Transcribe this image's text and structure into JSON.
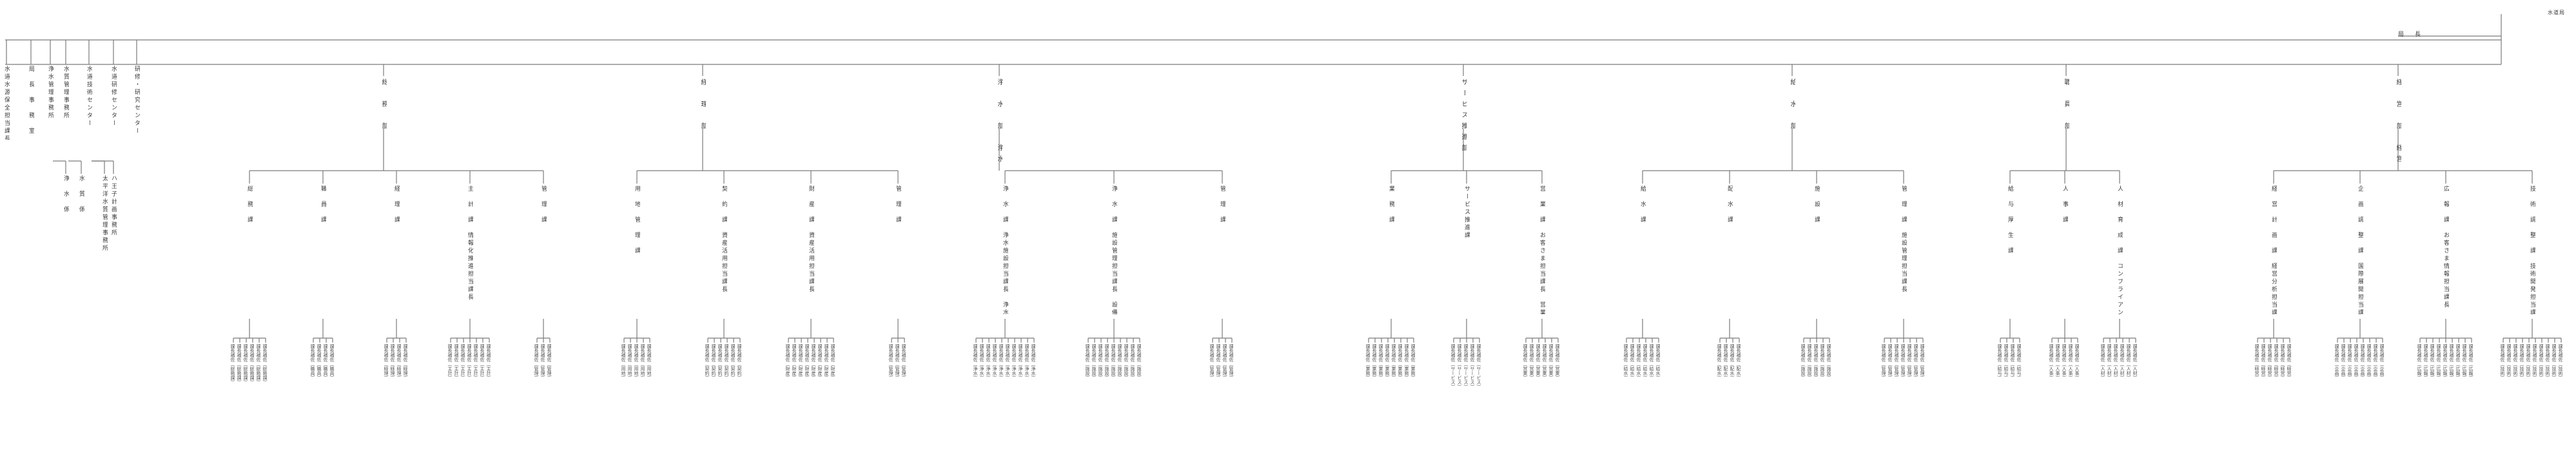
{
  "root": {
    "header": "水道局",
    "title": "局　長"
  },
  "left_units": [
    {
      "name": "水道水源保全担当課長"
    },
    {
      "name": "局　長　事　務　室",
      "subs": []
    },
    {
      "name": "浄水管理事務所",
      "subs": [
        "浄　水　係"
      ]
    },
    {
      "name": "水質管理事務所",
      "subs": [
        "水　質　係"
      ]
    },
    {
      "name": "水道技術センター",
      "subs": [
        "太平洋水質管理事務所",
        "ハ王子計画事務所"
      ]
    },
    {
      "name": "水道研修センター",
      "subs": []
    },
    {
      "name": "研修・研究センター",
      "subs": []
    }
  ],
  "departments": [
    {
      "name": "総　務　部",
      "subs": [
        {
          "name": "総　務　課",
          "staff": [
            "課長補佐（総務課）",
            "課長補佐（総務課）",
            "課長補佐（総務課）",
            "課長補佐（総務課）",
            "課長補佐（総務課）",
            "課長補佐（総務課）"
          ]
        },
        {
          "name": "職　員　課",
          "staff": [
            "課長補佐（職員）",
            "課長補佐（職員）",
            "課長補佐（職員）",
            "課長補佐（職員）"
          ]
        },
        {
          "name": "経　理　課",
          "staff": [
            "課長補佐（経理）",
            "課長補佐（経理）",
            "課長補佐（経理）",
            "課長補佐（経理）"
          ]
        },
        {
          "name": "主　計　課　情報化推進担当課長",
          "staff": [
            "課長補佐（主計）",
            "課長補佐（主計）",
            "課長補佐（主計）",
            "課長補佐（主計）",
            "課長補佐（主計）",
            "課長補佐（主計）",
            "課長補佐（主計）"
          ]
        },
        {
          "name": "管　理　課",
          "staff": [
            "課長補佐（管理）",
            "課長補佐（管理）",
            "課長補佐（管理）"
          ]
        }
      ]
    },
    {
      "name": "経　理　部",
      "subs": [
        {
          "name": "用　地　管　理　課",
          "staff": [
            "課長補佐（用地）",
            "課長補佐（用地）",
            "課長補佐（用地）",
            "課長補佐（用地）",
            "課長補佐（用地）"
          ]
        },
        {
          "name": "契　約　課　資産活用担当課長",
          "staff": [
            "課長補佐（契約）",
            "課長補佐（契約）",
            "課長補佐（契約）",
            "課長補佐（契約）",
            "課長補佐（契約）",
            "課長補佐（契約）"
          ]
        },
        {
          "name": "財　産　課　資産活用担当課長",
          "staff": [
            "課長補佐（財産）",
            "課長補佐（財産）",
            "課長補佐（財産）",
            "課長補佐（財産）",
            "課長補佐（財産）",
            "課長補佐（財産）",
            "課長補佐（財産）",
            "課長補佐（財産）"
          ]
        },
        {
          "name": "管　理　課",
          "staff": [
            "課長補佐（管理）",
            "課長補佐（管理）",
            "課長補佐（管理）"
          ]
        }
      ]
    },
    {
      "name": "浄　水　部　浄水課長",
      "subs": [
        {
          "name": "浄　水　課　浄水施設担当課長　浄水技術担当課長",
          "staff": [
            "課長補佐（浄水）",
            "課長補佐（浄水）",
            "課長補佐（浄水）",
            "課長補佐（浄水）",
            "課長補佐（浄水）",
            "課長補佐（浄水）",
            "課長補佐（浄水）",
            "課長補佐（浄水）",
            "課長補佐（浄水）",
            "課長補佐（浄水）"
          ]
        },
        {
          "name": "浄　水　課　施設管理担当課長　設備保全担当課長　浄水施設管理担当課長",
          "staff": [
            "課長補佐（施設）",
            "課長補佐（施設）",
            "課長補佐（施設）",
            "課長補佐（施設）",
            "課長補佐（施設）",
            "課長補佐（施設）",
            "課長補佐（施設）",
            "課長補佐（施設）",
            "課長補佐（施設）"
          ]
        },
        {
          "name": "管　理　課",
          "staff": [
            "課長補佐（管理）",
            "課長補佐（管理）",
            "課長補佐（管理）",
            "課長補佐（管理）"
          ]
        }
      ]
    },
    {
      "name": "サービス推進部",
      "subs": [
        {
          "name": "業　務　課",
          "staff": [
            "課長補佐（業務）",
            "課長補佐（業務）",
            "課長補佐（業務）",
            "課長補佐（業務）",
            "課長補佐（業務）",
            "課長補佐（業務）",
            "課長補佐（業務）",
            "課長補佐（業務）"
          ]
        },
        {
          "name": "サービス推進課",
          "staff": [
            "課長補佐（サービス）",
            "課長補佐（サービス）",
            "課長補佐（サービス）",
            "課長補佐（サービス）",
            "課長補佐（サービス）"
          ]
        },
        {
          "name": "営　業　課　お客さま担当課長　営業推進担当課長",
          "staff": [
            "課長補佐（営業）",
            "課長補佐（営業）",
            "課長補佐（営業）",
            "課長補佐（営業）",
            "課長補佐（営業）",
            "課長補佐（営業）"
          ]
        }
      ]
    },
    {
      "name": "給　水　部",
      "subs": [
        {
          "name": "給　水　課",
          "staff": [
            "課長補佐（給水）",
            "課長補佐（給水）",
            "課長補佐（給水）",
            "課長補佐（給水）",
            "課長補佐（給水）",
            "課長補佐（給水）"
          ]
        },
        {
          "name": "配　水　課",
          "staff": [
            "課長補佐（配水）",
            "課長補佐（配水）",
            "課長補佐（配水）",
            "課長補佐（配水）"
          ]
        },
        {
          "name": "施　設　課",
          "staff": [
            "課長補佐（施設）",
            "課長補佐（施設）",
            "課長補佐（施設）",
            "課長補佐（施設）",
            "課長補佐（施設）"
          ]
        },
        {
          "name": "管　理　課　施設管理担当課長",
          "staff": [
            "課長補佐（管理）",
            "課長補佐（管理）",
            "課長補佐（管理）",
            "課長補佐（管理）",
            "課長補佐（管理）",
            "課長補佐（管理）",
            "課長補佐（管理）"
          ]
        }
      ]
    },
    {
      "name": "職　員　部",
      "subs": [
        {
          "name": "給　与　厚　生　課",
          "staff": [
            "課長補佐（給与）",
            "課長補佐（給与）",
            "課長補佐（給与）",
            "課長補佐（給与）"
          ]
        },
        {
          "name": "人　事　課",
          "staff": [
            "課長補佐（人事）",
            "課長補佐（人事）",
            "課長補佐（人事）",
            "課長補佐（人事）",
            "課長補佐（人事）"
          ]
        },
        {
          "name": "人　材　育　成　課　コンプライアンス推進担当課長",
          "staff": [
            "課長補佐（人材）",
            "課長補佐（人材）",
            "課長補佐（人材）",
            "課長補佐（人材）",
            "課長補佐（人材）",
            "課長補佐（人材）"
          ]
        }
      ]
    },
    {
      "name": "経　営　部　経営改革推進担当課長　広報戦略担当課長",
      "subs": [
        {
          "name": "経　営　計　画　課　経営分析担当課長",
          "staff": [
            "課長補佐（経営）",
            "課長補佐（経営）",
            "課長補佐（経営）",
            "課長補佐（経営）",
            "課長補佐（経営）",
            "課長補佐（経営）"
          ]
        },
        {
          "name": "企　画　調　整　課　国際展開担当課長　事業推進担当課長",
          "staff": [
            "課長補佐（企画）",
            "課長補佐（企画）",
            "課長補佐（企画）",
            "課長補佐（企画）",
            "課長補佐（企画）",
            "課長補佐（企画）",
            "課長補佐（企画）",
            "課長補佐（企画）"
          ]
        },
        {
          "name": "広　報　課　お客さま情報担当課長",
          "staff": [
            "課長補佐（広報）",
            "課長補佐（広報）",
            "課長補佐（広報）",
            "課長補佐（広報）",
            "課長補佐（広報）",
            "課長補佐（広報）",
            "課長補佐（広報）",
            "課長補佐（広報）",
            "課長補佐（広報）"
          ]
        },
        {
          "name": "技　術　調　整　課　技術開発担当課長",
          "staff": [
            "課長補佐（技術）",
            "課長補佐（技術）",
            "課長補佐（技術）",
            "課長補佐（技術）",
            "課長補佐（技術）",
            "課長補佐（技術）",
            "課長補佐（技術）",
            "課長補佐（技術）",
            "課長補佐（技術）",
            "課長補佐（技術）"
          ]
        }
      ]
    }
  ],
  "colors": {
    "line": "#7a7a7a",
    "text": "#3a3a3a"
  }
}
